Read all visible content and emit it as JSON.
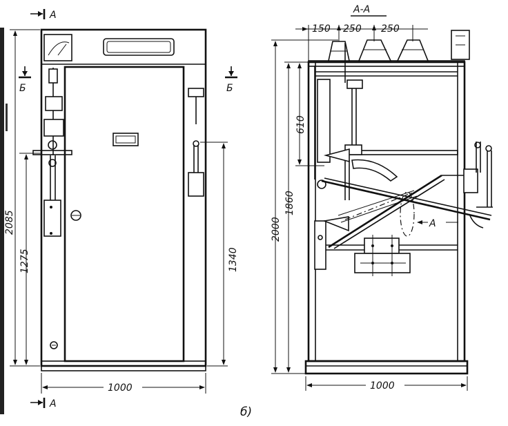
{
  "section_marks": {
    "a_top": "А",
    "a_bottom": "А",
    "b_left": "Б",
    "b_right": "Б",
    "section_title": "А-А",
    "view_a": "А"
  },
  "front_view": {
    "dim_total_height": "2085",
    "dim_handle_height": "1275",
    "dim_right_height": "1340",
    "dim_width": "1000"
  },
  "side_view": {
    "dim_top_1": "150",
    "dim_top_2": "250",
    "dim_top_3": "250",
    "dim_height_outer": "2000",
    "dim_height_inner": "1860",
    "dim_610": "610",
    "dim_width": "1000"
  },
  "caption": "б)"
}
